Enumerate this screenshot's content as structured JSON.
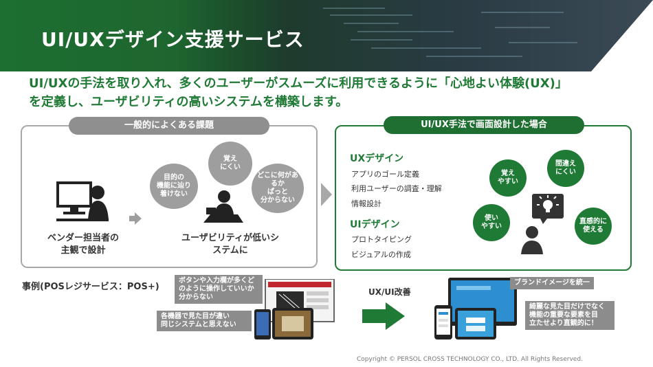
{
  "header": {
    "title": "UI/UXデザイン支援サービス"
  },
  "lead": {
    "line1": "UI/UXの手法を取り入れ、多くのユーザーがスムーズに利用できるように「心地よい体験(UX)」",
    "line2": "を定義し、ユーザビリティの高いシステムを構築します。"
  },
  "left_panel": {
    "pill": "一般的によくある課題",
    "vendor_caption_1": "ベンダー担当者の",
    "vendor_caption_2": "主観で設計",
    "system_caption_1": "ユーザビリティが低いシ",
    "system_caption_2": "ステムに",
    "bubbles": [
      {
        "line1": "目的の",
        "line2": "機能に辿り",
        "line3": "着けない"
      },
      {
        "line1": "覚え",
        "line2": "にくい"
      },
      {
        "line1": "どこに何があ",
        "line2": "るか",
        "line3": "ぱっと",
        "line4": "分からない"
      }
    ]
  },
  "right_panel": {
    "pill": "UI/UX手法で画面設計した場合",
    "ux_title": "UXデザイン",
    "ux_items": [
      "アプリのゴール定義",
      "利用ユーザーの調査・理解",
      "情報設計"
    ],
    "ui_title": "UIデザイン",
    "ui_items": [
      "プロトタイピング",
      "ビジュアルの作成"
    ],
    "bubbles": [
      {
        "line1": "覚え",
        "line2": "やすい"
      },
      {
        "line1": "間違え",
        "line2": "にくい"
      },
      {
        "line1": "使い",
        "line2": "やすい"
      },
      {
        "line1": "直感的に",
        "line2": "使える"
      }
    ]
  },
  "case": {
    "label": "事例(POSレジサービス：POS+)",
    "note_before_1": "ボタンや入力欄が多くど",
    "note_before_2": "のように操作していいか",
    "note_before_3": "分からない",
    "note_devices_1": "各機器で見た目が違い",
    "note_devices_2": "同じシステムと思えない",
    "improve_label": "UX/UI改善",
    "note_brand": "ブランドイメージを統一",
    "note_after_1": "綺麗な見た目だけでなく",
    "note_after_2": "機能の重要な要素を目",
    "note_after_3": "立たせより直観的に！"
  },
  "footer": {
    "copyright": "Copyright © PERSOL CROSS TECHNOLOGY CO., LTD. All Rights Reserved."
  },
  "colors": {
    "brand_green": "#1f7a35",
    "grey": "#9e9e9e"
  }
}
